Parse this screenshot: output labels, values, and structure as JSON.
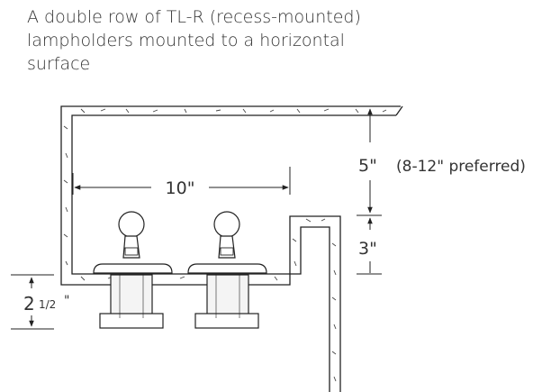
{
  "caption": {
    "lines": [
      "A double row of TL-R (recess-mounted)",
      "lampholders mounted to a horizontal",
      "surface"
    ]
  },
  "dimensions": {
    "width_label": "10\"",
    "depth_label": "5\"",
    "depth_note": "(8-12\" preferred)",
    "lip_label": "3\"",
    "recess_whole": "2",
    "recess_fraction": "1/2",
    "recess_unit": "\""
  },
  "colors": {
    "line": "#222222",
    "text": "#333333"
  }
}
